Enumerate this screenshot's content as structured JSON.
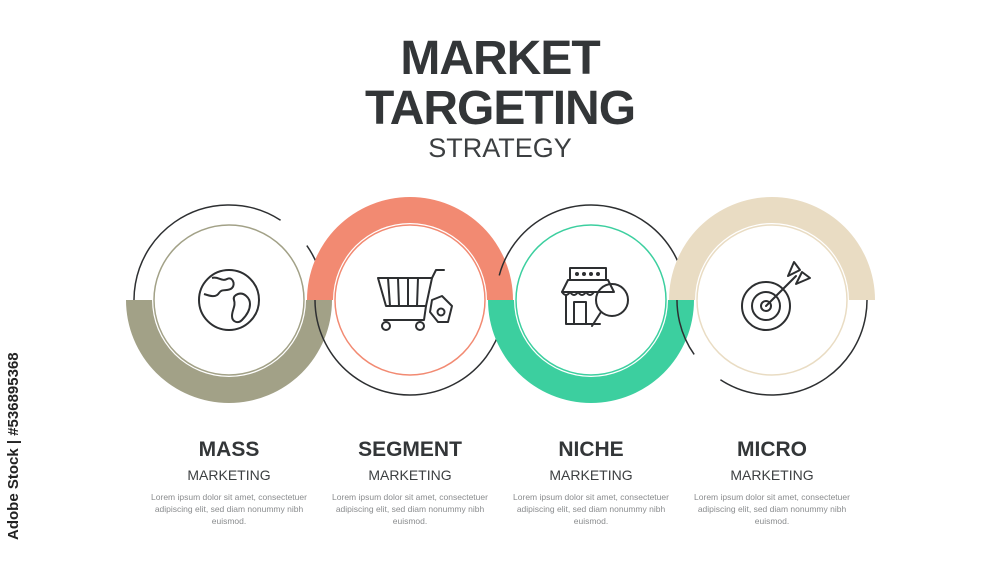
{
  "title": {
    "line1": "MARKET",
    "line2": "TARGETING",
    "line3": "STRATEGY"
  },
  "steps": [
    {
      "name": "MASS",
      "sub": "MARKETING",
      "desc": "Lorem ipsum dolor sit amet, consectetuer adipiscing elit, sed diam nonummy nibh euismod.",
      "icon": "globe-icon",
      "color": "#a2a187"
    },
    {
      "name": "SEGMENT",
      "sub": "MARKETING",
      "desc": "Lorem ipsum dolor sit amet, consectetuer adipiscing elit, sed diam nonummy nibh euismod.",
      "icon": "shopping-cart-icon",
      "color": "#f28a72"
    },
    {
      "name": "NICHE",
      "sub": "MARKETING",
      "desc": "Lorem ipsum dolor sit amet, consectetuer adipiscing elit, sed diam nonummy nibh euismod.",
      "icon": "store-search-icon",
      "color": "#3ccf9f"
    },
    {
      "name": "MICRO",
      "sub": "MARKETING",
      "desc": "Lorem ipsum dolor sit amet, consectetuer adipiscing elit, sed diam nonummy nibh euismod.",
      "icon": "target-arrow-icon",
      "color": "#e9dcc3"
    }
  ],
  "watermark": "Adobe Stock | #536895368",
  "colors": {
    "text": "#333638",
    "line": "#2d2f31"
  }
}
